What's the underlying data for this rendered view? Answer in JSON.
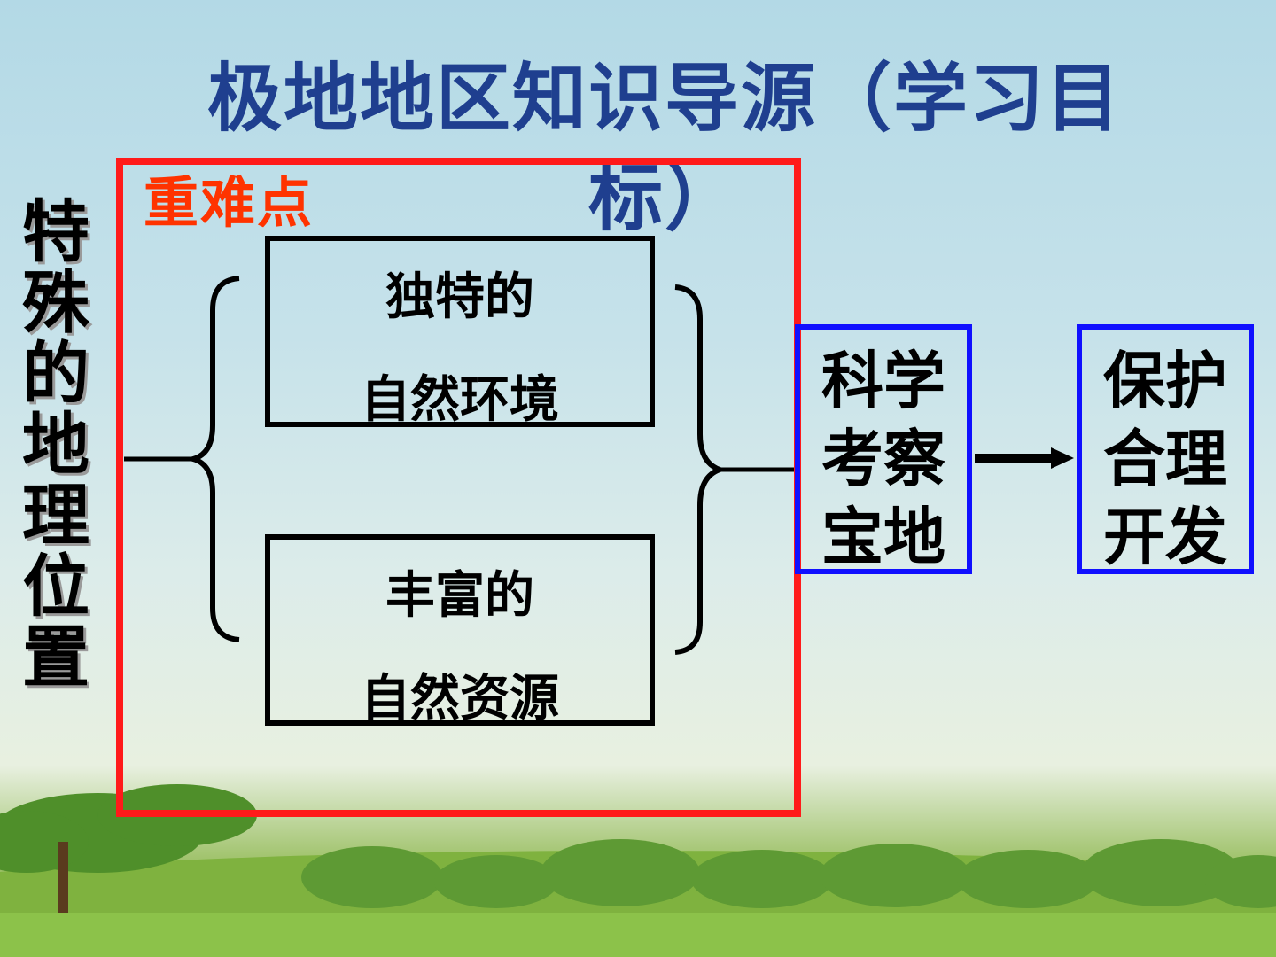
{
  "title": "极地地区知识导源（学习目标）",
  "red_box_label": "重难点",
  "left_vertical_text": "特殊的地理位置",
  "box_environment": {
    "line1": "独特的",
    "line2": "自然环境"
  },
  "box_resources": {
    "line1": "丰富的",
    "line2": "自然资源"
  },
  "box_science": {
    "line1": "科学",
    "line2": "考察",
    "line3": "宝地"
  },
  "box_protect": {
    "line1": "保护",
    "line2": "合理",
    "line3": "开发"
  },
  "colors": {
    "title": "#1f3f8f",
    "red_frame": "#ff1a1a",
    "red_label": "#ff3300",
    "blue_frame": "#1010ff"
  }
}
